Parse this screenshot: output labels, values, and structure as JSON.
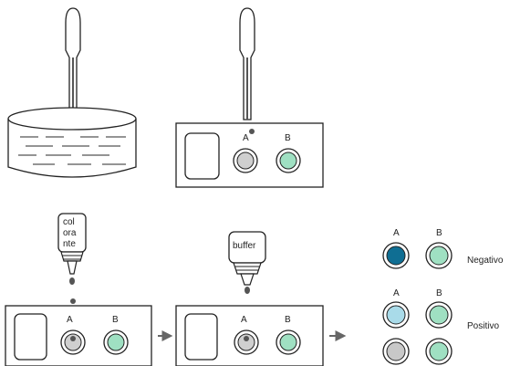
{
  "labels": {
    "dropper_text": [
      "col",
      "ora",
      "nte"
    ],
    "bottle_text": "buffer",
    "well_a": "A",
    "well_b": "B",
    "result_negative": "Negativo",
    "result_positive": "Positivo"
  },
  "colors": {
    "line": "#222222",
    "well_gray": "#cfcfcf",
    "well_green": "#9fe0c2",
    "well_dark_blue": "#0f6e93",
    "well_light_blue": "#a9dbe9",
    "well_gray_result": "#c8c8c8"
  },
  "icons": {
    "arrow": "right-arrow-icon",
    "pipette": "pipette-icon",
    "dropper": "dropper-bottle-icon",
    "buffer": "buffer-bottle-icon"
  }
}
